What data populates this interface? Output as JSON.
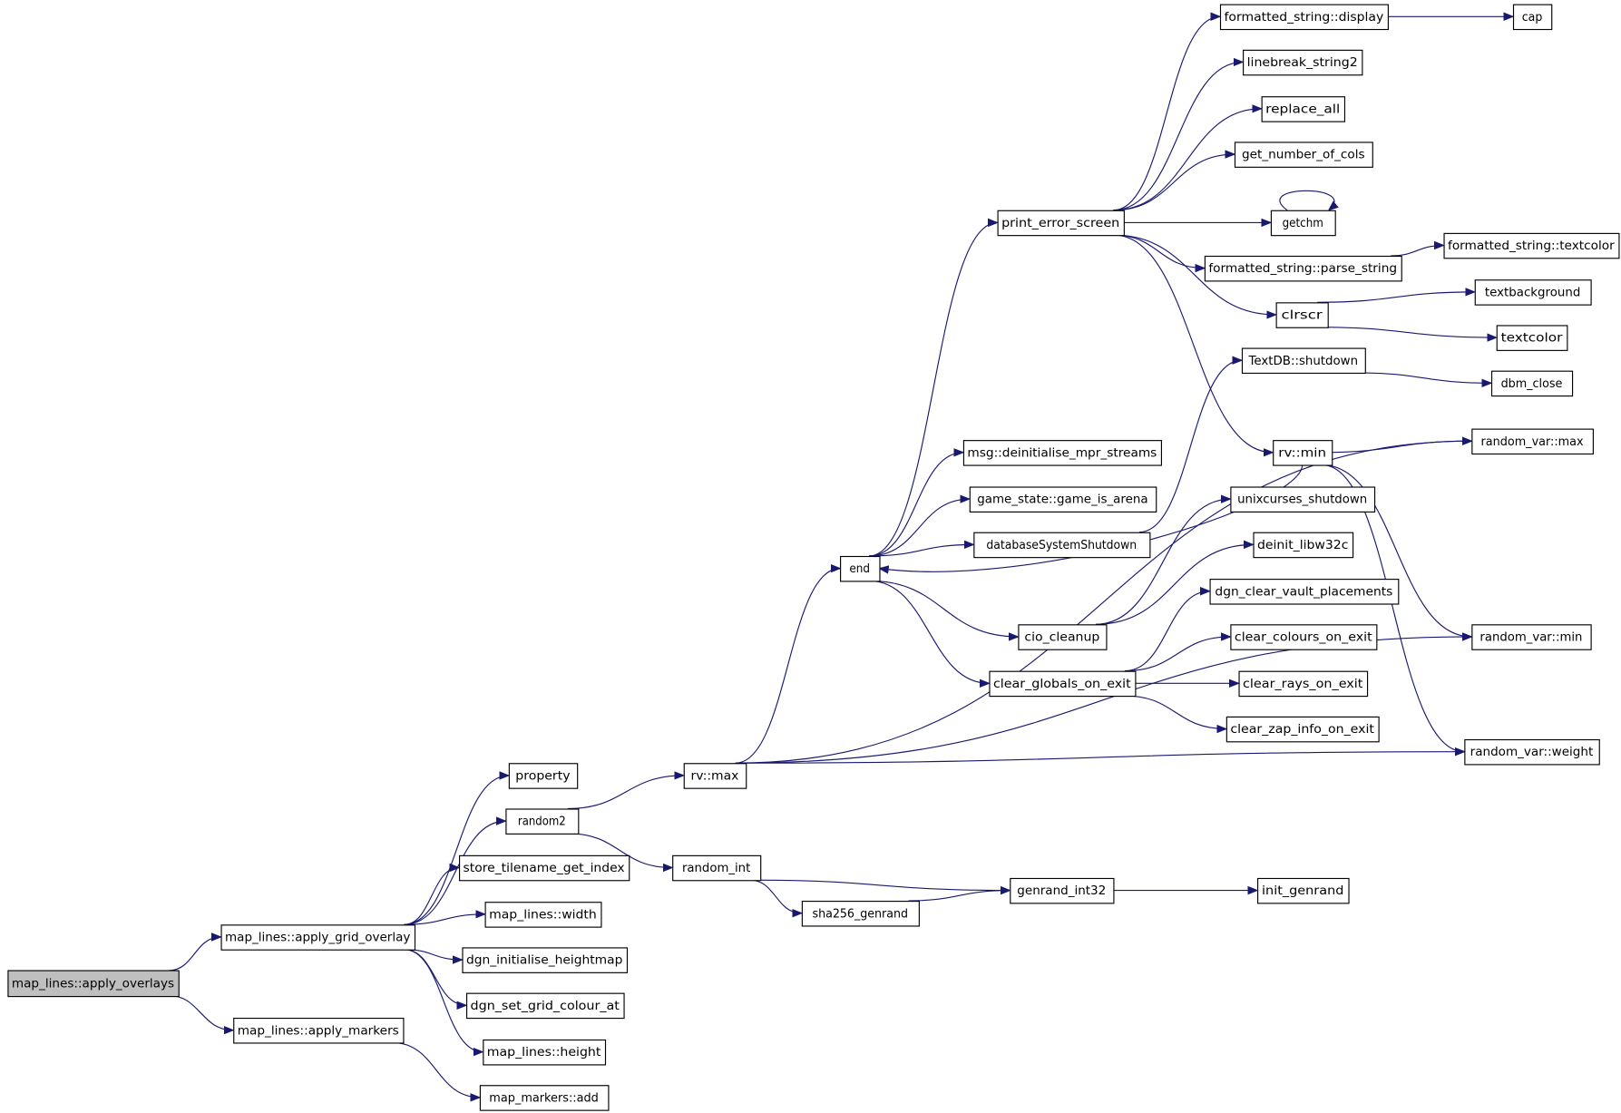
{
  "graph": {
    "type": "call-graph",
    "root": "apply_overlays",
    "colors": {
      "edge": "#191970",
      "root_fill": "#bfbfbf",
      "node_fill": "#ffffff"
    },
    "nodes": [
      {
        "id": "apply_overlays",
        "label": "map_lines::apply_overlays"
      },
      {
        "id": "apply_grid_overlay",
        "label": "map_lines::apply_grid_overlay"
      },
      {
        "id": "apply_markers",
        "label": "map_lines::apply_markers"
      },
      {
        "id": "property",
        "label": "property"
      },
      {
        "id": "random2",
        "label": "random2"
      },
      {
        "id": "store_tilename_get_index",
        "label": "store_tilename_get_index"
      },
      {
        "id": "ml_width",
        "label": "map_lines::width"
      },
      {
        "id": "dgn_initialise_heightmap",
        "label": "dgn_initialise_heightmap"
      },
      {
        "id": "dgn_set_grid_colour_at",
        "label": "dgn_set_grid_colour_at"
      },
      {
        "id": "ml_height",
        "label": "map_lines::height"
      },
      {
        "id": "mm_add",
        "label": "map_markers::add"
      },
      {
        "id": "rv_max",
        "label": "rv::max"
      },
      {
        "id": "random_int",
        "label": "random_int"
      },
      {
        "id": "sha256_genrand",
        "label": "sha256_genrand"
      },
      {
        "id": "genrand_int32",
        "label": "genrand_int32"
      },
      {
        "id": "init_genrand",
        "label": "init_genrand"
      },
      {
        "id": "end",
        "label": "end"
      },
      {
        "id": "print_error_screen",
        "label": "print_error_screen"
      },
      {
        "id": "msg_deinit",
        "label": "msg::deinitialise_mpr_streams"
      },
      {
        "id": "game_is_arena",
        "label": "game_state::game_is_arena"
      },
      {
        "id": "db_shutdown",
        "label": "databaseSystemShutdown"
      },
      {
        "id": "cio_cleanup",
        "label": "cio_cleanup"
      },
      {
        "id": "clear_globals",
        "label": "clear_globals_on_exit"
      },
      {
        "id": "fs_display",
        "label": "formatted_string::display"
      },
      {
        "id": "cap",
        "label": "cap"
      },
      {
        "id": "linebreak",
        "label": "linebreak_string2"
      },
      {
        "id": "replace_all",
        "label": "replace_all"
      },
      {
        "id": "get_cols",
        "label": "get_number_of_cols"
      },
      {
        "id": "getchm",
        "label": "getchm"
      },
      {
        "id": "fs_parse",
        "label": "formatted_string::parse_string"
      },
      {
        "id": "fs_textcolor",
        "label": "formatted_string::textcolor"
      },
      {
        "id": "clrscr",
        "label": "clrscr"
      },
      {
        "id": "textbackground",
        "label": "textbackground"
      },
      {
        "id": "textcolor",
        "label": "textcolor"
      },
      {
        "id": "textdb_shutdown",
        "label": "TextDB::shutdown"
      },
      {
        "id": "dbm_close",
        "label": "dbm_close"
      },
      {
        "id": "rv_min",
        "label": "rv::min"
      },
      {
        "id": "rvar_max",
        "label": "random_var::max"
      },
      {
        "id": "unixcurses",
        "label": "unixcurses_shutdown"
      },
      {
        "id": "deinit_libw32c",
        "label": "deinit_libw32c"
      },
      {
        "id": "dgn_clear_vault",
        "label": "dgn_clear_vault_placements"
      },
      {
        "id": "clear_colours",
        "label": "clear_colours_on_exit"
      },
      {
        "id": "rvar_min",
        "label": "random_var::min"
      },
      {
        "id": "clear_rays",
        "label": "clear_rays_on_exit"
      },
      {
        "id": "clear_zap",
        "label": "clear_zap_info_on_exit"
      },
      {
        "id": "rvar_weight",
        "label": "random_var::weight"
      }
    ],
    "edges": [
      [
        "apply_overlays",
        "apply_grid_overlay"
      ],
      [
        "apply_overlays",
        "apply_markers"
      ],
      [
        "apply_grid_overlay",
        "property"
      ],
      [
        "apply_grid_overlay",
        "random2"
      ],
      [
        "apply_grid_overlay",
        "store_tilename_get_index"
      ],
      [
        "apply_grid_overlay",
        "ml_width"
      ],
      [
        "apply_grid_overlay",
        "dgn_initialise_heightmap"
      ],
      [
        "apply_grid_overlay",
        "dgn_set_grid_colour_at"
      ],
      [
        "apply_grid_overlay",
        "ml_height"
      ],
      [
        "apply_markers",
        "mm_add"
      ],
      [
        "random2",
        "rv_max"
      ],
      [
        "random2",
        "random_int"
      ],
      [
        "rv_max",
        "end"
      ],
      [
        "rv_max",
        "rvar_max"
      ],
      [
        "rv_max",
        "rvar_min"
      ],
      [
        "rv_max",
        "rvar_weight"
      ],
      [
        "random_int",
        "genrand_int32"
      ],
      [
        "random_int",
        "sha256_genrand"
      ],
      [
        "sha256_genrand",
        "genrand_int32"
      ],
      [
        "genrand_int32",
        "init_genrand"
      ],
      [
        "end",
        "print_error_screen"
      ],
      [
        "end",
        "msg_deinit"
      ],
      [
        "end",
        "game_is_arena"
      ],
      [
        "end",
        "db_shutdown"
      ],
      [
        "end",
        "cio_cleanup"
      ],
      [
        "end",
        "clear_globals"
      ],
      [
        "print_error_screen",
        "fs_display"
      ],
      [
        "print_error_screen",
        "linebreak"
      ],
      [
        "print_error_screen",
        "replace_all"
      ],
      [
        "print_error_screen",
        "get_cols"
      ],
      [
        "print_error_screen",
        "getchm"
      ],
      [
        "print_error_screen",
        "fs_parse"
      ],
      [
        "print_error_screen",
        "clrscr"
      ],
      [
        "print_error_screen",
        "rv_min"
      ],
      [
        "fs_display",
        "cap"
      ],
      [
        "fs_parse",
        "fs_textcolor"
      ],
      [
        "clrscr",
        "textbackground"
      ],
      [
        "clrscr",
        "textcolor"
      ],
      [
        "db_shutdown",
        "textdb_shutdown"
      ],
      [
        "textdb_shutdown",
        "dbm_close"
      ],
      [
        "rv_min",
        "end"
      ],
      [
        "rv_min",
        "rvar_max"
      ],
      [
        "rv_min",
        "rvar_min"
      ],
      [
        "rv_min",
        "rvar_weight"
      ],
      [
        "getchm",
        "getchm"
      ],
      [
        "cio_cleanup",
        "unixcurses"
      ],
      [
        "cio_cleanup",
        "deinit_libw32c"
      ],
      [
        "clear_globals",
        "dgn_clear_vault"
      ],
      [
        "clear_globals",
        "clear_colours"
      ],
      [
        "clear_globals",
        "clear_rays"
      ],
      [
        "clear_globals",
        "clear_zap"
      ]
    ]
  }
}
